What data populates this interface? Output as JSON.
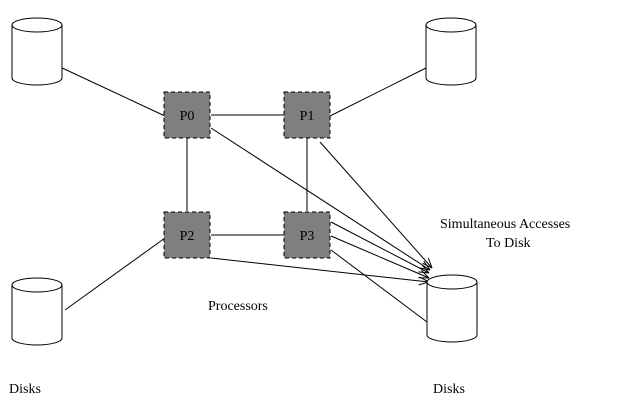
{
  "processors": [
    {
      "id": "p0",
      "label": "P0"
    },
    {
      "id": "p1",
      "label": "P1"
    },
    {
      "id": "p2",
      "label": "P2"
    },
    {
      "id": "p3",
      "label": "P3"
    }
  ],
  "disks": [
    {
      "id": "disk-top-left"
    },
    {
      "id": "disk-top-right"
    },
    {
      "id": "disk-bottom-left"
    },
    {
      "id": "disk-bottom-right"
    }
  ],
  "labels": {
    "processors": "Processors",
    "simultaneous_line1": "Simultaneous Accesses",
    "simultaneous_line2": "To Disk",
    "disks_left": "Disks",
    "disks_right": "Disks"
  },
  "colors": {
    "processor_fill": "#7f7f7f",
    "stroke": "#000000"
  }
}
